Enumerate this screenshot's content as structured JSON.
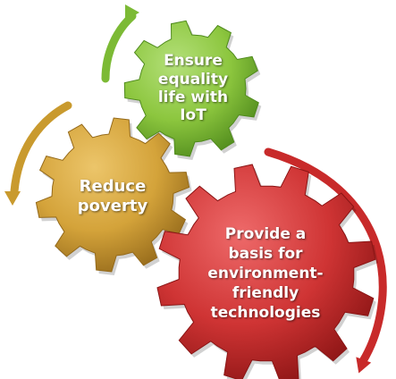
{
  "gears": [
    {
      "id": "green",
      "lines": [
        "Ensure",
        "equality",
        "life with",
        "IoT"
      ],
      "colors": {
        "light": "#b4e07a",
        "mid": "#8cc63e",
        "dark": "#4f8a1c"
      }
    },
    {
      "id": "gold",
      "lines": [
        "Reduce",
        "poverty"
      ],
      "colors": {
        "light": "#ecc56a",
        "mid": "#d4a33a",
        "dark": "#94691a"
      }
    },
    {
      "id": "red",
      "lines": [
        "Provide a",
        "basis for",
        "environment-",
        "friendly",
        "technologies"
      ],
      "colors": {
        "light": "#ee6a6a",
        "mid": "#cf3434",
        "dark": "#8a1414"
      }
    }
  ],
  "arrows": [
    {
      "id": "green-arrow",
      "color": "#7cba35"
    },
    {
      "id": "gold-arrow",
      "color": "#c99a2e"
    },
    {
      "id": "red-arrow",
      "color": "#c82a2a"
    }
  ]
}
